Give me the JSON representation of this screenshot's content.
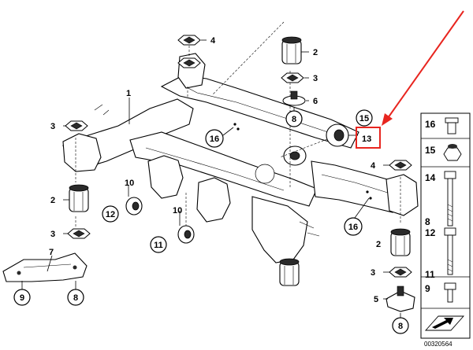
{
  "diagram": {
    "callouts": {
      "c1": "1",
      "c2a": "2",
      "c2b": "2",
      "c2c": "2",
      "c3a": "3",
      "c3b": "3",
      "c3c": "3",
      "c3d": "3",
      "c4a": "4",
      "c4b": "4",
      "c5": "5",
      "c6": "6",
      "c7": "7",
      "c8a": "8",
      "c8b": "8",
      "c8c": "8",
      "c9": "9",
      "c10a": "10",
      "c10b": "10",
      "c11": "11",
      "c12": "12",
      "c13": "13",
      "c15": "15",
      "c16a": "16",
      "c16b": "16"
    },
    "sidebar": {
      "r16": "16",
      "r15": "15",
      "r14": "14",
      "r8": "8",
      "r12": "12",
      "r11": "11",
      "r9": "9"
    },
    "reference_number": "00320564",
    "colors": {
      "highlight": "#e8251f",
      "ink": "#000000"
    }
  }
}
